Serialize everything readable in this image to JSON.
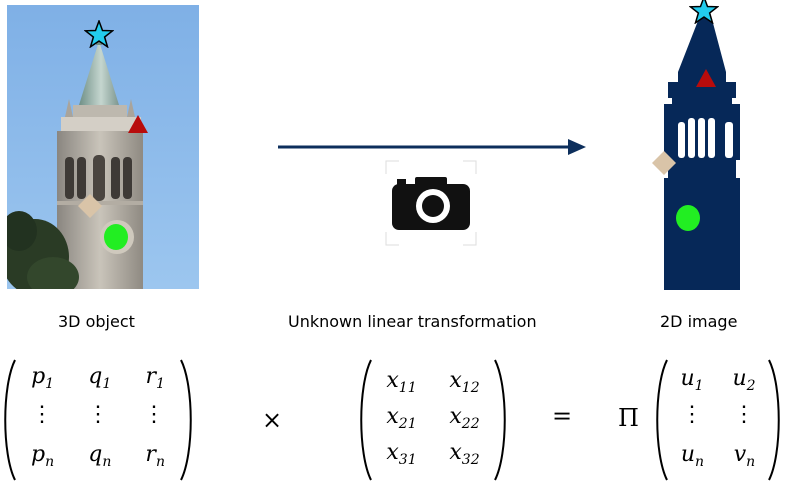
{
  "captions": {
    "left": "3D object",
    "middle": "Unknown linear transformation",
    "right": "2D image"
  },
  "matrices": {
    "left": {
      "rows": [
        [
          {
            "base": "p",
            "sub": "1"
          },
          {
            "base": "q",
            "sub": "1"
          },
          {
            "base": "r",
            "sub": "1"
          }
        ],
        [
          {
            "base": "⋮",
            "sub": ""
          },
          {
            "base": "⋮",
            "sub": ""
          },
          {
            "base": "⋮",
            "sub": ""
          }
        ],
        [
          {
            "base": "p",
            "sub": "n"
          },
          {
            "base": "q",
            "sub": "n"
          },
          {
            "base": "r",
            "sub": "n"
          }
        ]
      ]
    },
    "middle": {
      "rows": [
        [
          {
            "base": "x",
            "sub": "11"
          },
          {
            "base": "x",
            "sub": "12"
          }
        ],
        [
          {
            "base": "x",
            "sub": "21"
          },
          {
            "base": "x",
            "sub": "22"
          }
        ],
        [
          {
            "base": "x",
            "sub": "31"
          },
          {
            "base": "x",
            "sub": "32"
          }
        ]
      ]
    },
    "right": {
      "rows": [
        [
          {
            "base": "u",
            "sub": "1"
          },
          {
            "base": "u",
            "sub": "2"
          }
        ],
        [
          {
            "base": "⋮",
            "sub": ""
          },
          {
            "base": "⋮",
            "sub": ""
          }
        ],
        [
          {
            "base": "u",
            "sub": "n"
          },
          {
            "base": "v",
            "sub": "n"
          }
        ]
      ]
    }
  },
  "operators": {
    "times": "×",
    "equals": "=",
    "projection": "Π"
  },
  "markers": {
    "star_color": "#22ccee",
    "triangle_color": "#b80c0c",
    "diamond_color": "#d9c4a8",
    "circle_color": "#22ee22"
  },
  "colors": {
    "arrow": "#0d2f5c",
    "silhouette": "#062858",
    "sky": "#86b6e8"
  },
  "icons": {
    "camera": "camera-icon",
    "arrow": "arrow-right-icon"
  }
}
